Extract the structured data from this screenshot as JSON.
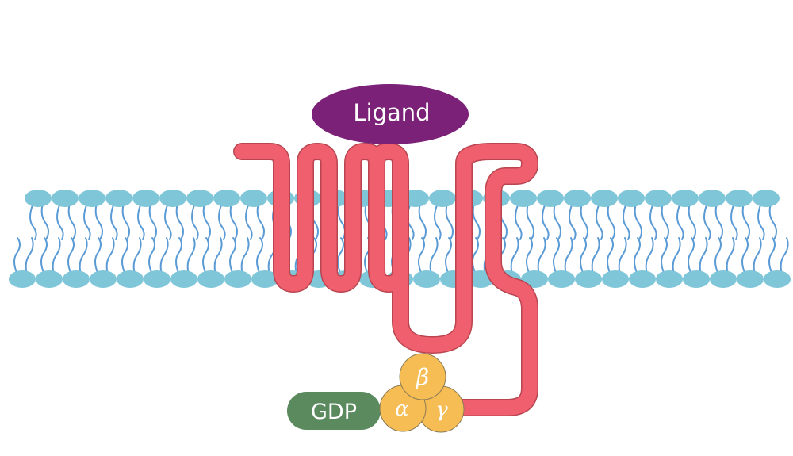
{
  "diagram": {
    "ligand_label": "Ligand",
    "gdp_label": "GDP",
    "subunits": {
      "alpha": "α",
      "beta": "β",
      "gamma": "γ"
    }
  },
  "colors": {
    "lipid_head": "#7fc6d9",
    "lipid_tail": "#5b9bd5",
    "receptor": "#f05f6e",
    "receptor_outline": "#b84550",
    "ligand": "#7b2178",
    "gdp": "#5b8a5e",
    "g_protein": "#f6bd55",
    "g_protein_outline": "#8a7a55"
  }
}
